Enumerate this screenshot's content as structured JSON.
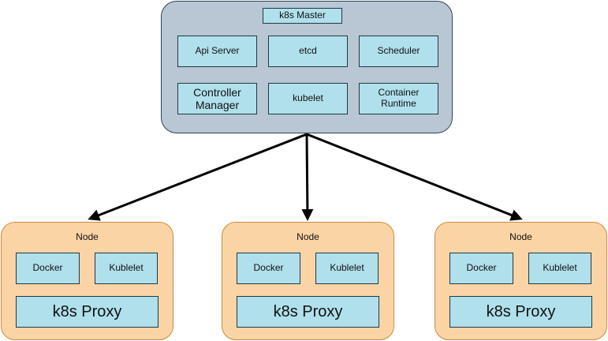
{
  "master": {
    "title": "k8s Master",
    "components": {
      "api_server": "Api Server",
      "etcd": "etcd",
      "scheduler": "Scheduler",
      "controller_manager": "Controller Manager",
      "kubelet": "kubelet",
      "container_runtime": "Container Runtime"
    }
  },
  "nodes": [
    {
      "title": "Node",
      "docker": "Docker",
      "kubelet": "Kublelet",
      "proxy": "k8s Proxy"
    },
    {
      "title": "Node",
      "docker": "Docker",
      "kubelet": "Kublelet",
      "proxy": "k8s Proxy"
    },
    {
      "title": "Node",
      "docker": "Docker",
      "kubelet": "Kublelet",
      "proxy": "k8s Proxy"
    }
  ],
  "colors": {
    "master_fill": "#b9c6d4",
    "node_fill": "#fbd4a6",
    "component_fill": "#b0e0ec",
    "arrow": "#000000"
  }
}
